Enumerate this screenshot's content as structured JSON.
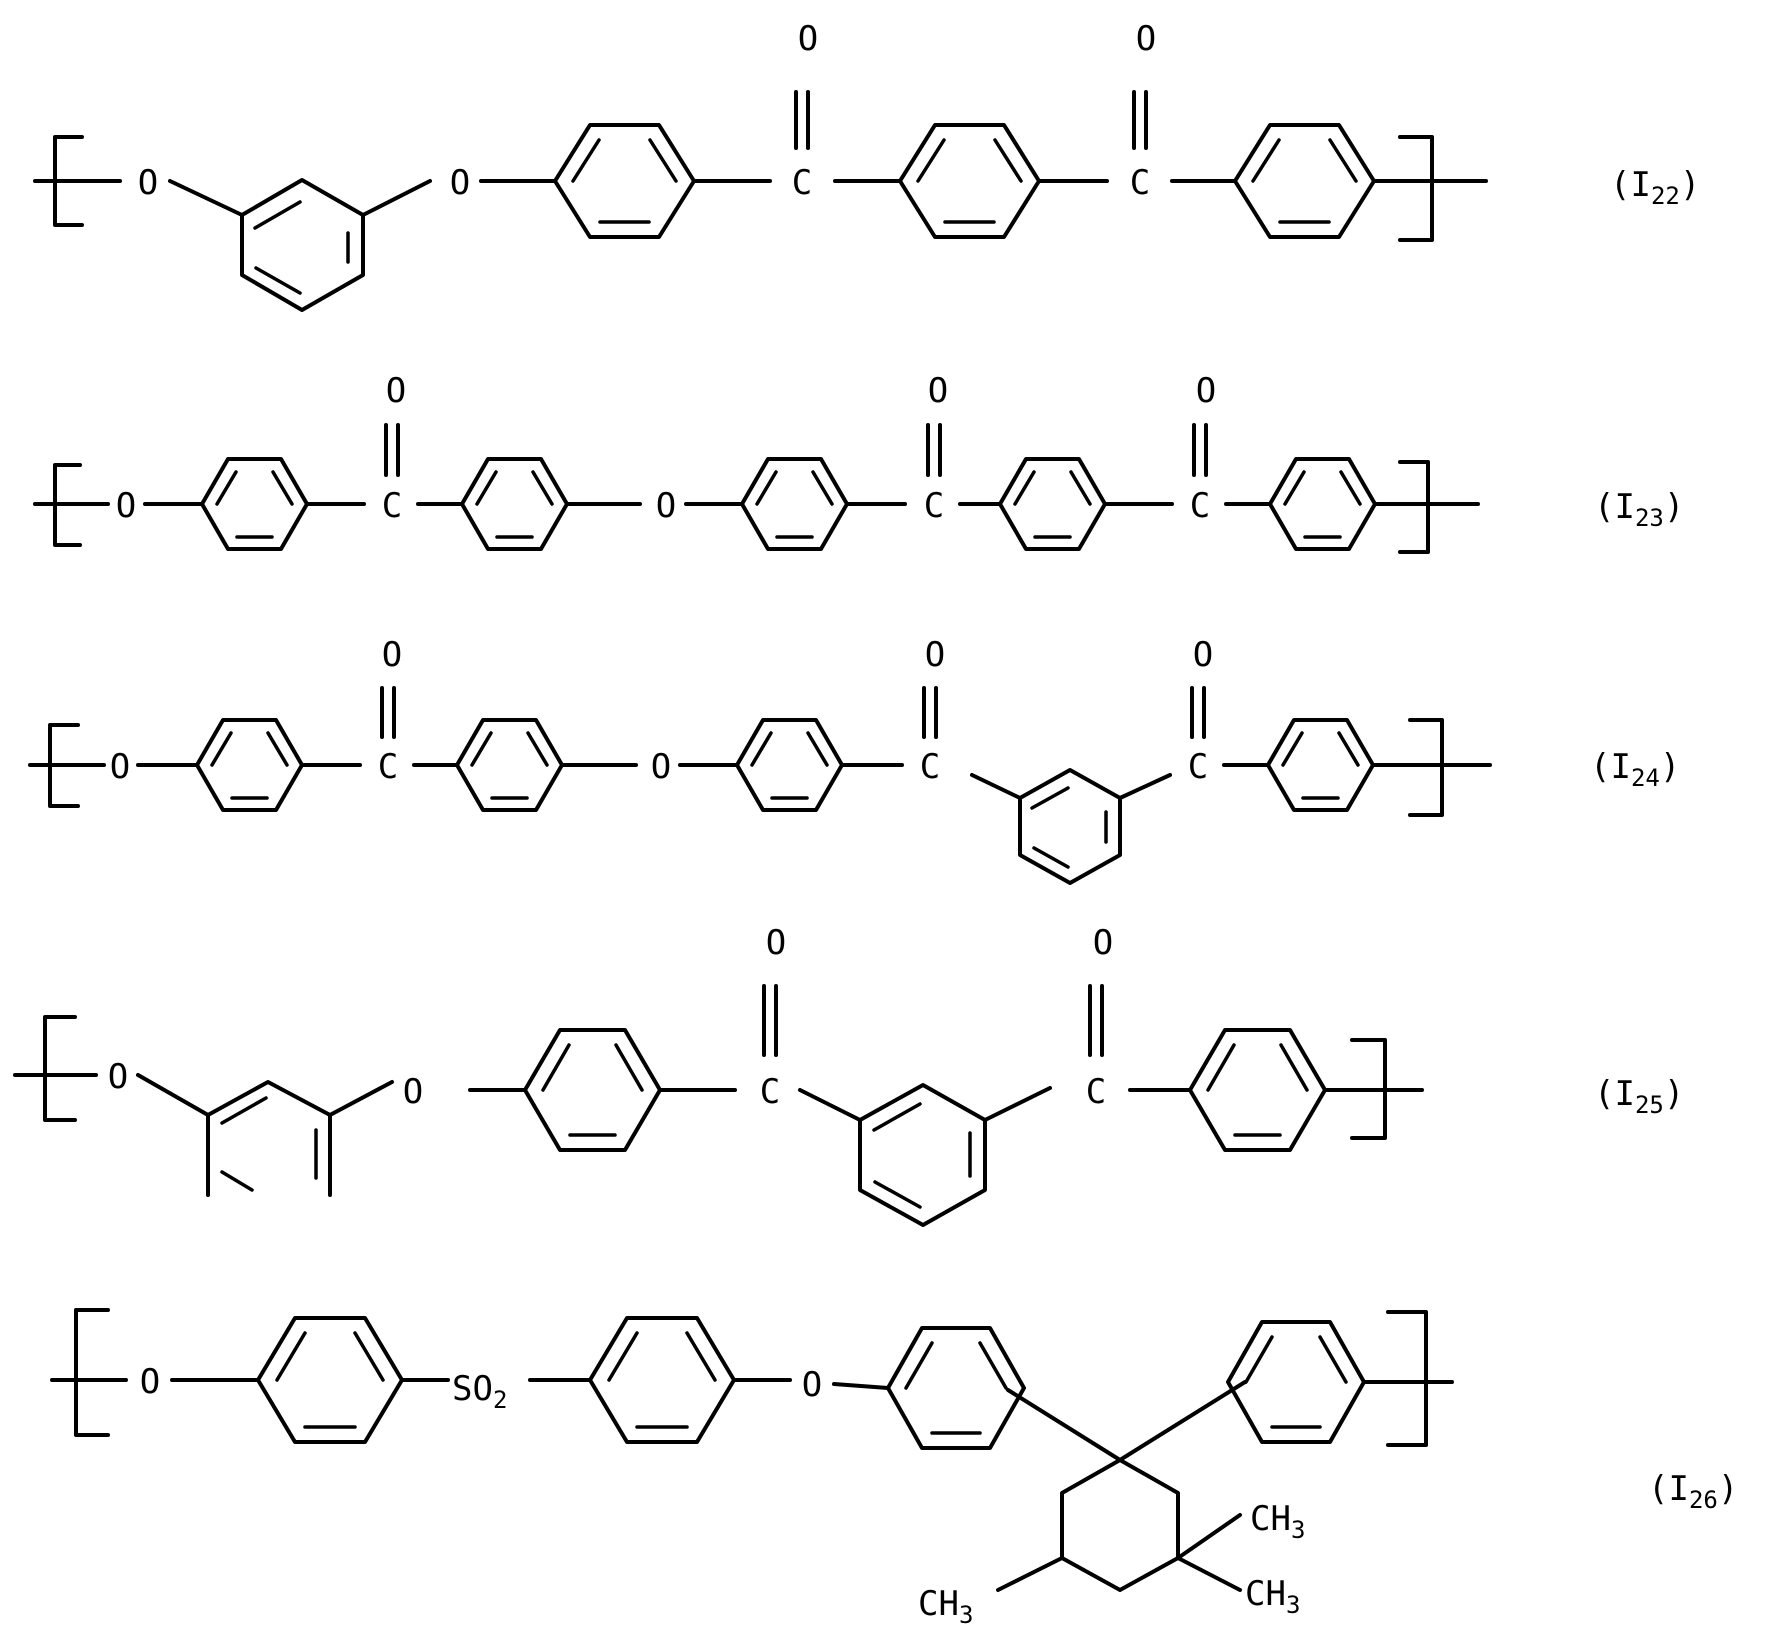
{
  "figure": {
    "formulas": [
      {
        "id": "I22",
        "label": {
          "pre": "(I",
          "sub": "22",
          "post": ")"
        }
      },
      {
        "id": "I23",
        "label": {
          "pre": "(I",
          "sub": "23",
          "post": ")"
        }
      },
      {
        "id": "I24",
        "label": {
          "pre": "(I",
          "sub": "24",
          "post": ")"
        }
      },
      {
        "id": "I25",
        "label": {
          "pre": "(I",
          "sub": "25",
          "post": ")"
        }
      },
      {
        "id": "I26",
        "label": {
          "pre": "(I",
          "sub": "26",
          "post": ")"
        }
      }
    ],
    "atoms": {
      "oxygen": "O",
      "carbon": "C",
      "sulfonyl": {
        "main": "SO",
        "sub": "2"
      },
      "methyl": {
        "main": "CH",
        "sub": "3"
      }
    }
  }
}
